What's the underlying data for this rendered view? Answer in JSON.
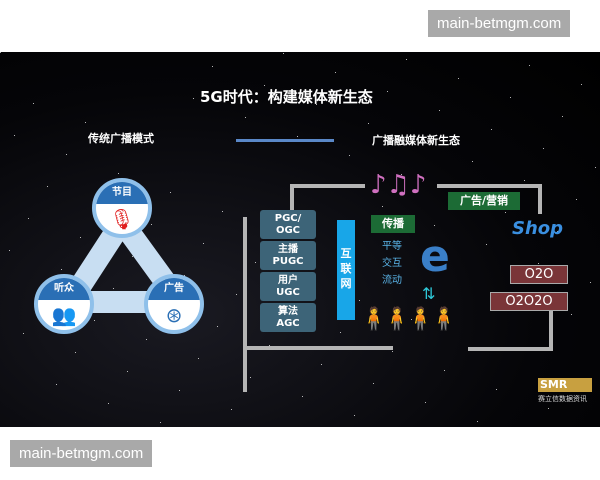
{
  "watermark_top": "main-betmgm.com",
  "watermark_bottom": "main-betmgm.com",
  "slide": {
    "title": "5G时代：构建媒体新生态",
    "left_heading": "传统广播模式",
    "right_heading": "广播融媒体新生态",
    "cycle": [
      {
        "label": "节目",
        "icon": "microphone-icon"
      },
      {
        "label": "听众",
        "icon": "people-icon"
      },
      {
        "label": "广告",
        "icon": "film-reel-icon"
      }
    ],
    "sources": [
      "PGC/\nOGC",
      "主播\nPUGC",
      "用户\nUGC",
      "算法\nAGC"
    ],
    "internet": "互\n联\n网",
    "spread": "传播",
    "spread_traits": [
      "平等",
      "交互",
      "流动"
    ],
    "ad_marketing": "广告/营销",
    "shop": "Shop",
    "o2o": "O2O",
    "o2o2o": "O2O2O",
    "logo": "SMR",
    "logo_sub": "赛立信数据资讯"
  }
}
